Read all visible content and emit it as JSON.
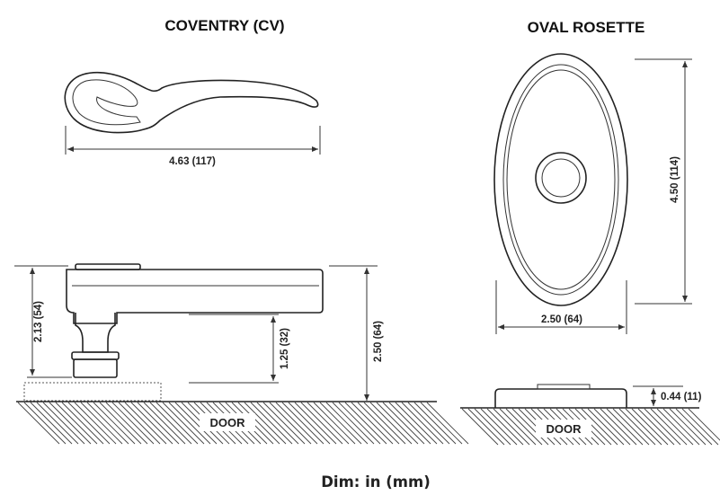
{
  "titles": {
    "lever": "COVENTRY (CV)",
    "rosette": "OVAL ROSETTE"
  },
  "dimensions": {
    "lever_length": "4.63 (117)",
    "lever_side_height": "2.13 (54)",
    "lever_clearance": "1.25 (32)",
    "lever_total_height": "2.50 (64)",
    "rosette_height": "4.50 (114)",
    "rosette_width": "2.50 (64)",
    "rosette_depth": "0.44 (11)"
  },
  "labels": {
    "door_left": "DOOR",
    "door_right": "DOOR"
  },
  "caption": "Dim: in (mm)"
}
